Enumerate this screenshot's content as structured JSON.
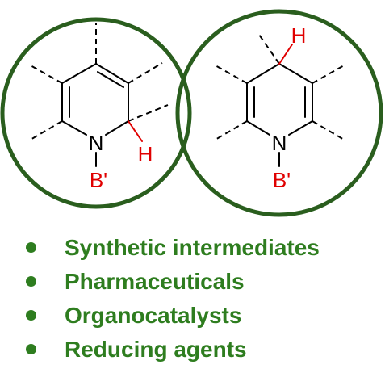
{
  "colors": {
    "circle": "#2a5e1e",
    "bond": "#000000",
    "dashed_bond": "#000000",
    "highlight": "#e00000",
    "bullet_text": "#2e7d1f",
    "bullet_dot": "#2e7d1f"
  },
  "left_structure": {
    "nitrogen_label": "N",
    "substituent_label": "B'",
    "hydrogen_label": "H"
  },
  "right_structure": {
    "nitrogen_label": "N",
    "substituent_label": "B'",
    "hydrogen_label": "H"
  },
  "bullets": [
    {
      "text": "Synthetic intermediates"
    },
    {
      "text": "Pharmaceuticals"
    },
    {
      "text": "Organocatalysts"
    },
    {
      "text": "Reducing agents"
    }
  ]
}
